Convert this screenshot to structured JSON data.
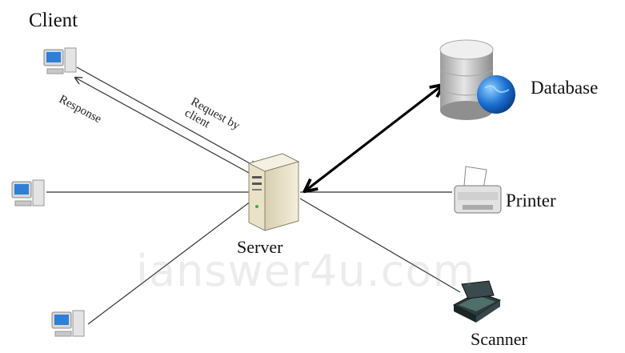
{
  "labels": {
    "client": "Client",
    "database": "Database",
    "printer": "Printer",
    "server": "Server",
    "scanner": "Scanner",
    "request": "Request by\nclient",
    "response": "Response"
  },
  "watermark": "ianswer4u.com",
  "colors": {
    "line": "#333333",
    "db_arrow": "#000000",
    "globe": "#1a6fd0",
    "monitor_screen": "#2f7fd6"
  },
  "icons": {
    "client": "computer-icon",
    "server": "server-tower-icon",
    "database": "database-icon",
    "printer": "printer-icon",
    "scanner": "scanner-icon"
  }
}
